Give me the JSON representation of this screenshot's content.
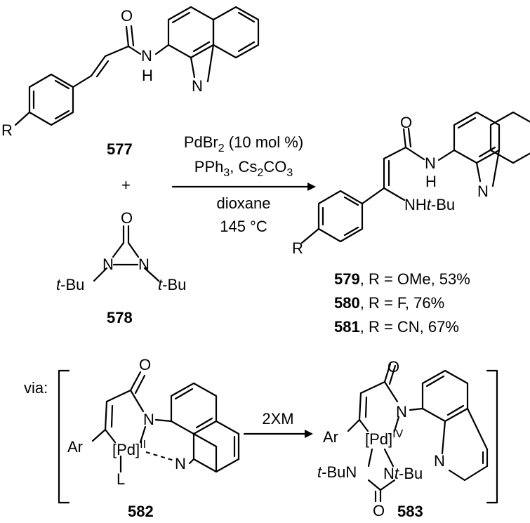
{
  "compounds": {
    "sm1": {
      "id": "577",
      "substituent": "R",
      "amide_o": "O",
      "amide_nh": "H",
      "amide_n": "N",
      "quinoline_n": "N"
    },
    "sm2": {
      "id": "578",
      "o": "O",
      "n": "N",
      "tbu": "t",
      "tbu_rest": "-Bu"
    },
    "products": [
      {
        "id": "579",
        "text": ", R = OMe, 53%"
      },
      {
        "id": "580",
        "text": ", R = F, 76%"
      },
      {
        "id": "581",
        "text": ", R = CN, 67%"
      }
    ],
    "product": {
      "substituent": "R",
      "o": "O",
      "n": "N",
      "h": "H",
      "nh": "NH",
      "t": "t",
      "bu": "-Bu",
      "quinoline_n": "N"
    },
    "int1": {
      "id": "582",
      "ar": "Ar",
      "o": "O",
      "n": "N",
      "pd": "[Pd]",
      "ox": "II",
      "l": "L",
      "quinoline_n": "N"
    },
    "int2": {
      "id": "583",
      "ar": "Ar",
      "o": "O",
      "n": "N",
      "pd": "[Pd]",
      "ox": "IV",
      "t": "t",
      "left_n": "-BuN",
      "right_n": "N",
      "right_t": "t",
      "right_bu": "-Bu",
      "urea_o": "O",
      "quinoline_n": "N"
    }
  },
  "conditions": {
    "line1": {
      "a": "PdBr",
      "a_sub": "2",
      "b": " (10 mol %)"
    },
    "line2": {
      "a": "PPh",
      "a_sub": "3",
      "b": ", Cs",
      "b_sub": "2",
      "c": "CO",
      "c_sub": "3"
    },
    "line3": "dioxane",
    "line4": "145 °C"
  },
  "plus": "+",
  "via": "via:",
  "reagent2": "2XM"
}
